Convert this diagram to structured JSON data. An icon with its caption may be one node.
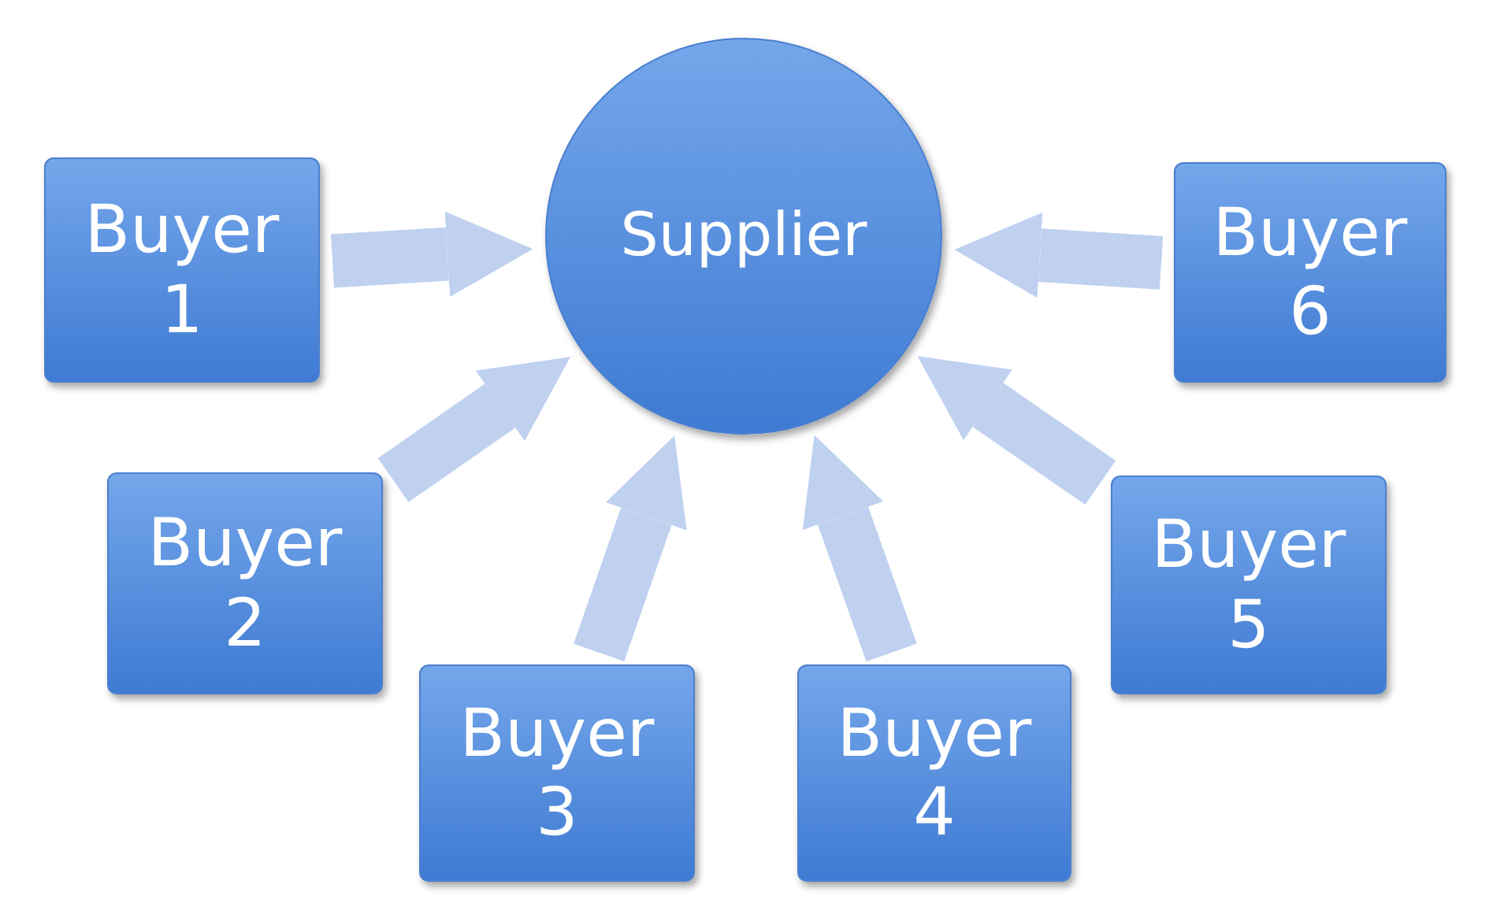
{
  "diagram": {
    "nodes": [
      {
        "text": [
          "Buyer 1"
        ]
      },
      {
        "text": [
          "Supplier"
        ]
      },
      {
        "text": [
          "Buyer 6"
        ]
      },
      {
        "text": [
          "Buyer 2"
        ]
      },
      {
        "text": [
          "Buyer 5"
        ]
      },
      {
        "text": [
          "Buyer 3"
        ]
      },
      {
        "text": [
          "Buyer 4"
        ]
      }
    ],
    "edges": [
      {
        "from": 0,
        "to": 1,
        "arrow": "to"
      },
      {
        "from": 2,
        "to": 1,
        "arrow": "to"
      },
      {
        "from": 3,
        "to": 1,
        "arrow": "to"
      },
      {
        "from": 4,
        "to": 1,
        "arrow": "to"
      },
      {
        "from": 5,
        "to": 1,
        "arrow": "to"
      },
      {
        "from": 6,
        "to": 1,
        "arrow": "to"
      }
    ]
  }
}
